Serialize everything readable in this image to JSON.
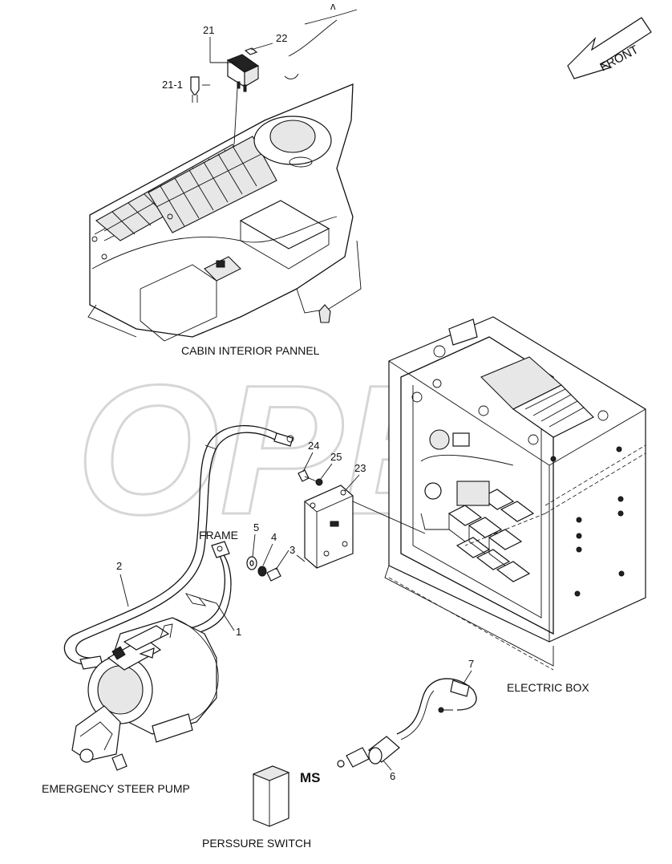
{
  "watermark": "OPEX",
  "direction_label": "FRONT",
  "section_labels": {
    "cabin": "CABIN INTERIOR PANNEL",
    "electric_box": "ELECTRIC BOX",
    "pump": "EMERGENCY STEER PUMP",
    "pressure_switch": "PERSSURE SWITCH",
    "frame": "FRAME",
    "ms": "MS"
  },
  "callouts": {
    "c1": "1",
    "c2": "2",
    "c3": "3",
    "c4": "4",
    "c5": "5",
    "c6": "6",
    "c7": "7",
    "c21": "21",
    "c21_1": "21-1",
    "c22": "22",
    "c23": "23",
    "c24": "24",
    "c25": "25"
  }
}
